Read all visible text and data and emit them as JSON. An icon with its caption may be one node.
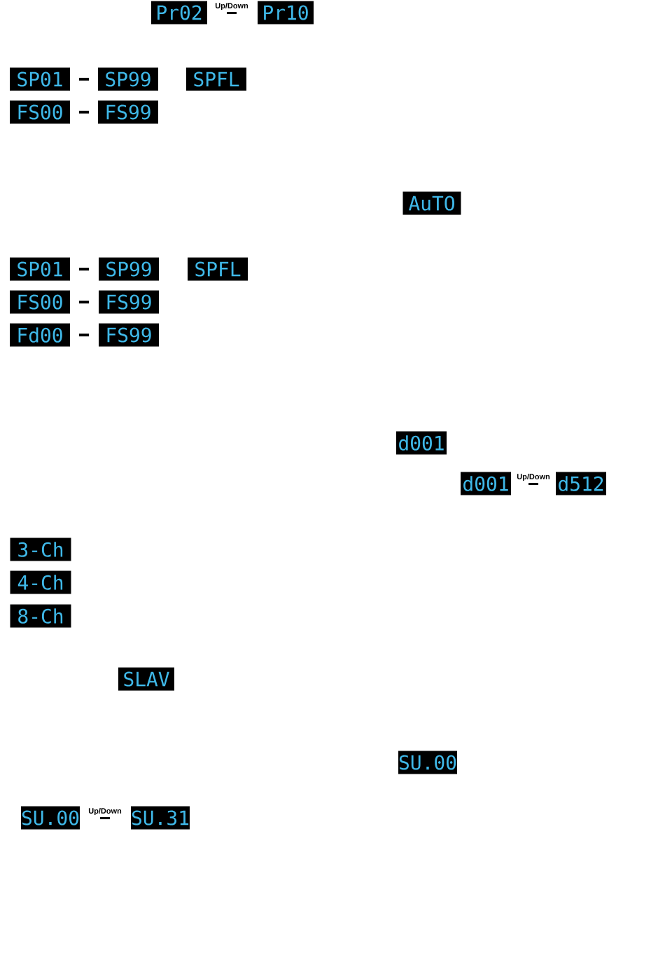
{
  "diagram": {
    "nodes": [
      {
        "text": [
          "Pr02"
        ]
      },
      {
        "text": [
          "Pr10"
        ]
      },
      {
        "text": [
          "SP01"
        ]
      },
      {
        "text": [
          "SP99"
        ]
      },
      {
        "text": [
          "SPFL"
        ]
      },
      {
        "text": [
          "FS00"
        ]
      },
      {
        "text": [
          "FS99"
        ]
      },
      {
        "text": [
          "AuTO"
        ]
      },
      {
        "text": [
          "SP01"
        ]
      },
      {
        "text": [
          "SP99"
        ]
      },
      {
        "text": [
          "SPFL"
        ]
      },
      {
        "text": [
          "FS00"
        ]
      },
      {
        "text": [
          "FS99"
        ]
      },
      {
        "text": [
          "Fd00"
        ]
      },
      {
        "text": [
          "FS99"
        ]
      },
      {
        "text": [
          "d001"
        ]
      },
      {
        "text": [
          "d001"
        ]
      },
      {
        "text": [
          "d512"
        ]
      },
      {
        "text": [
          "3-Ch"
        ]
      },
      {
        "text": [
          "4-Ch"
        ]
      },
      {
        "text": [
          "8-Ch"
        ]
      },
      {
        "text": [
          "SLAV"
        ]
      },
      {
        "text": [
          "SU.00"
        ]
      },
      {
        "text": [
          "SU.00"
        ]
      },
      {
        "text": [
          "SU.31"
        ]
      }
    ],
    "labels": [
      "Up/Down",
      "Up/Down",
      "Up/Down"
    ]
  }
}
